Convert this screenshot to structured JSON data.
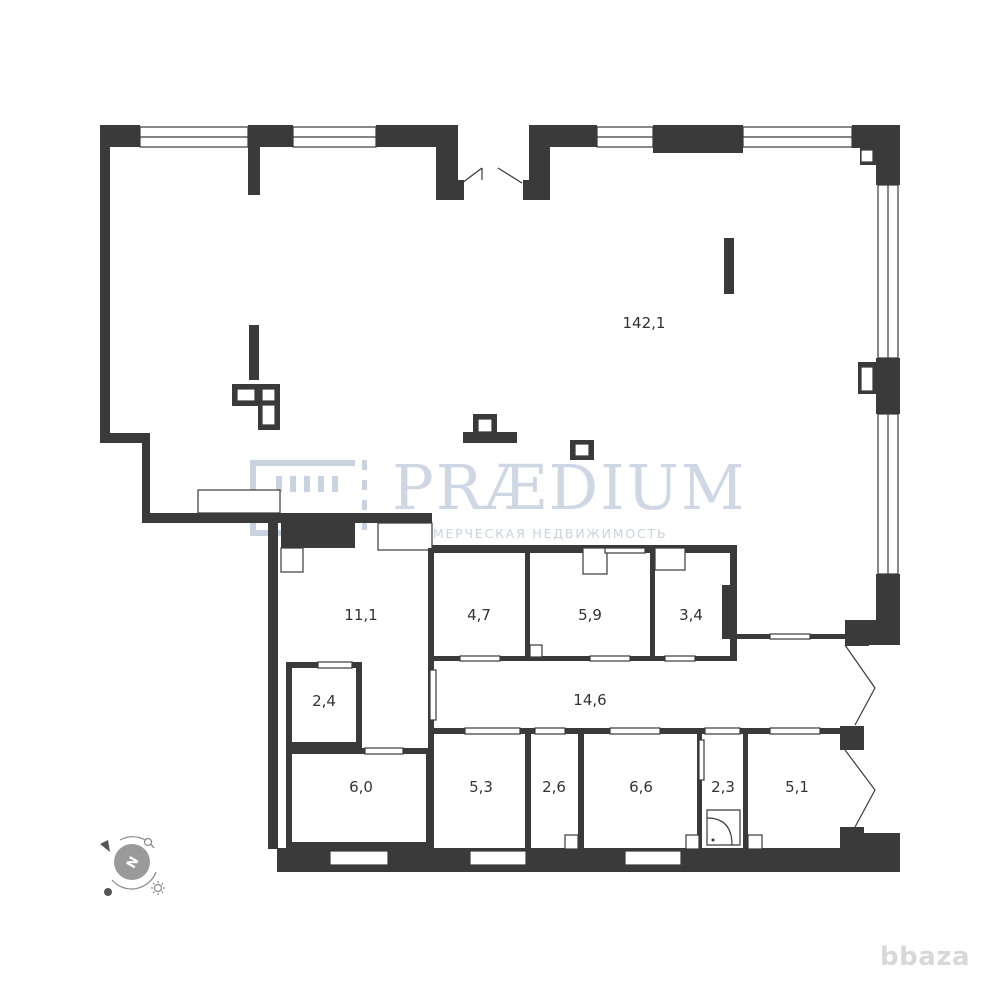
{
  "rooms": [
    {
      "id": "main-hall",
      "area": "142,1"
    },
    {
      "id": "room-a",
      "area": "11,1"
    },
    {
      "id": "room-b",
      "area": "4,7"
    },
    {
      "id": "room-c",
      "area": "5,9"
    },
    {
      "id": "room-d",
      "area": "3,4"
    },
    {
      "id": "corridor",
      "area": "14,6"
    },
    {
      "id": "room-e",
      "area": "2,4"
    },
    {
      "id": "room-f",
      "area": "6,0"
    },
    {
      "id": "room-g",
      "area": "5,3"
    },
    {
      "id": "room-h",
      "area": "2,6"
    },
    {
      "id": "room-i",
      "area": "6,6"
    },
    {
      "id": "room-j",
      "area": "2,3"
    },
    {
      "id": "room-k",
      "area": "5,1"
    }
  ],
  "watermark": {
    "brand": "PRÆDIUM",
    "tagline": "КОММЕРЧЕСКАЯ НЕДВИЖИМОСТЬ"
  },
  "compass": {
    "letter": "N",
    "icon": "compass-icon"
  },
  "site_badge": "bbaza",
  "colors": {
    "wall": "#3a3a3a",
    "watermark": "#c9d3e0",
    "badge": "#d8d8d8"
  }
}
